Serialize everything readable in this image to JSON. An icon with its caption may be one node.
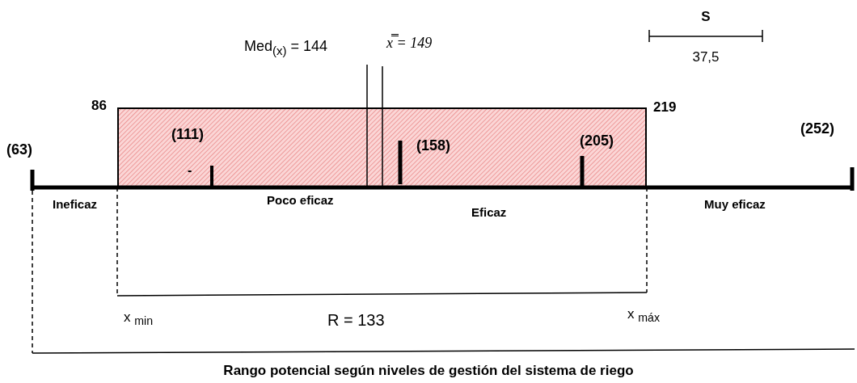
{
  "diagram": {
    "caption": "Rango potencial según niveles de gestión del sistema de riego",
    "nodes": [
      {
        "text": [
          "(111)",
          "-",
          "(158)",
          "(205)"
        ]
      }
    ],
    "labels": [
      "S",
      "Med$_{(x)}$ = 144",
      "x̿ = 149",
      "37,5",
      "86",
      "219",
      "(63)",
      "(252)",
      "Ineficaz",
      "Poco eficaz",
      "Eficaz",
      "Muy eficaz",
      "x $_{min}$",
      "R = 133",
      "x $_{máx}$"
    ]
  }
}
